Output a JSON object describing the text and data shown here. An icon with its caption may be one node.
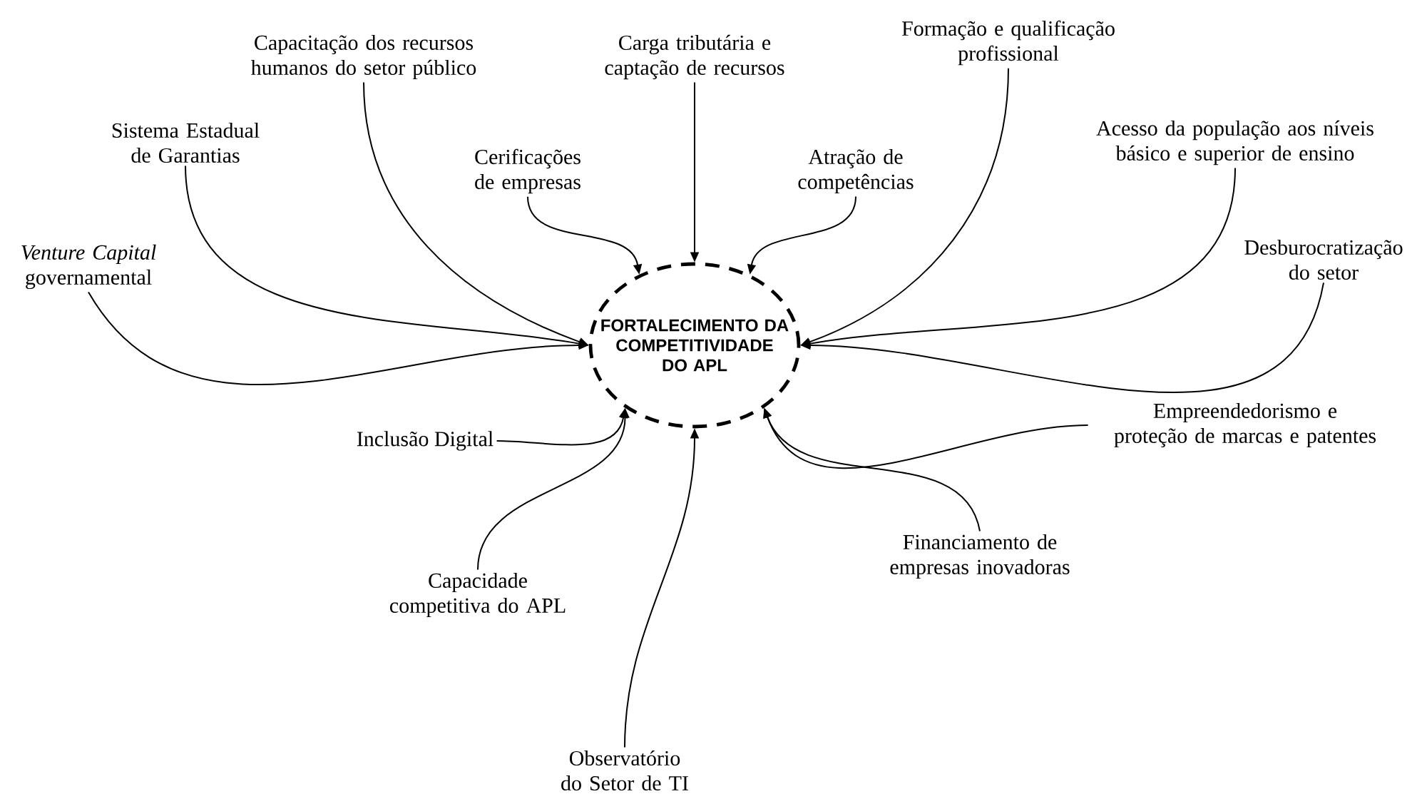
{
  "diagram": {
    "nodes": [
      {
        "text": [
          "FORTALECIMENTO DA COMPETITIVIDADE DO APL"
        ]
      },
      {
        "text": [
          "*Venture Capital* governamental"
        ]
      },
      {
        "text": [
          "Sistema Estadual de Garantias"
        ]
      },
      {
        "text": [
          "Capacitação dos recursos humanos do setor público"
        ]
      },
      {
        "text": [
          "Cerificações de empresas"
        ]
      },
      {
        "text": [
          "Carga tributária e captação de recursos"
        ]
      },
      {
        "text": [
          "Atração de competências"
        ]
      },
      {
        "text": [
          "Formação e qualificação profissional"
        ]
      },
      {
        "text": [
          "Acesso da população aos níveis básico e superior de ensino"
        ]
      },
      {
        "text": [
          "Desburocratização do setor"
        ]
      },
      {
        "text": [
          "Inclusão Digital"
        ]
      },
      {
        "text": [
          "Capacidade competitiva do APL"
        ]
      },
      {
        "text": [
          "Observatório do Setor de TI"
        ]
      },
      {
        "text": [
          "Financiamento de empresas inovadoras"
        ]
      },
      {
        "text": [
          "Empreendedorismo e proteção de marcas e patentes"
        ]
      }
    ],
    "edges": [
      {
        "from": 1,
        "to": 0,
        "arrow": "to"
      },
      {
        "from": 2,
        "to": 0,
        "arrow": "to"
      },
      {
        "from": 3,
        "to": 0,
        "arrow": "to"
      },
      {
        "from": 4,
        "to": 0,
        "arrow": "to"
      },
      {
        "from": 5,
        "to": 0,
        "arrow": "to"
      },
      {
        "from": 6,
        "to": 0,
        "arrow": "to"
      },
      {
        "from": 7,
        "to": 0,
        "arrow": "to"
      },
      {
        "from": 8,
        "to": 0,
        "arrow": "to"
      },
      {
        "from": 9,
        "to": 0,
        "arrow": "to"
      },
      {
        "from": 10,
        "to": 0,
        "arrow": "to"
      },
      {
        "from": 11,
        "to": 0,
        "arrow": "to"
      },
      {
        "from": 12,
        "to": 0,
        "arrow": "to"
      },
      {
        "from": 13,
        "to": 0,
        "arrow": "to"
      },
      {
        "from": 14,
        "to": 0,
        "arrow": "to"
      }
    ]
  }
}
